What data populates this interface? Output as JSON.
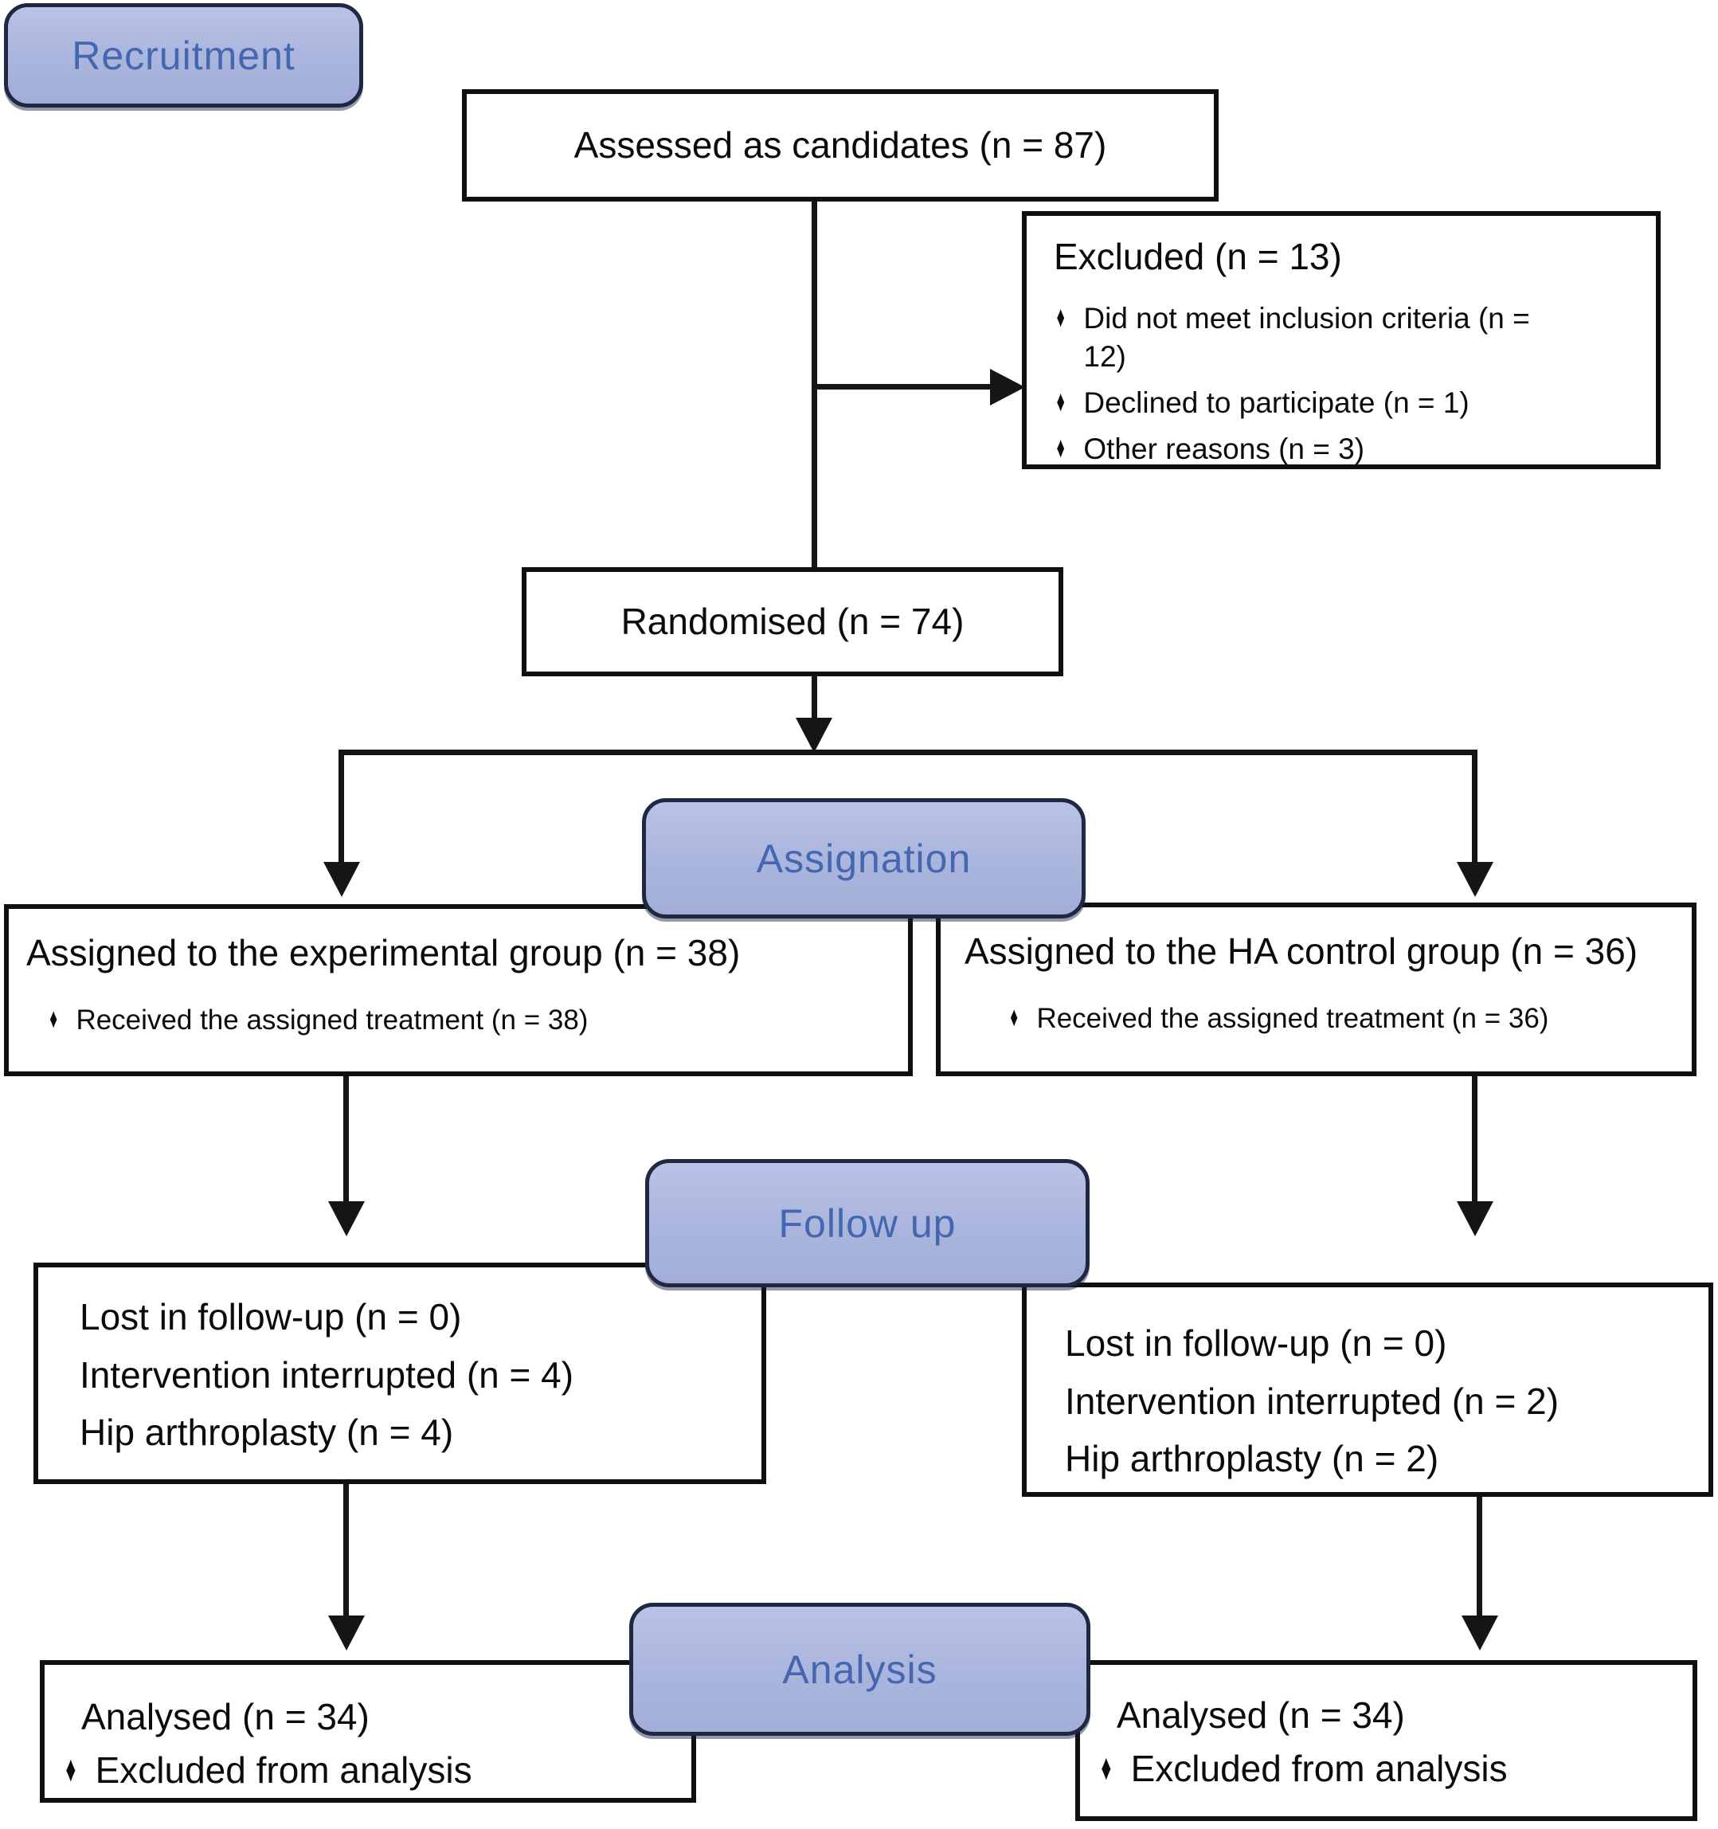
{
  "bullet_glyph": "♦",
  "colors": {
    "pill_fill": "#aab5dd",
    "pill_fill_light": "#b9c2e6",
    "pill_border": "#1e2843",
    "pill_text": "#4467b0",
    "box_border": "#0f0f0f",
    "text": "#0b0b0b",
    "background": "#ffffff",
    "connector": "#151515"
  },
  "stages": {
    "recruitment": "Recruitment",
    "assignation": "Assignation",
    "follow_up": "Follow up",
    "analysis": "Analysis"
  },
  "boxes": {
    "assessed": {
      "text": "Assessed as candidates (n = 87)"
    },
    "excluded": {
      "title": "Excluded (n = 13)",
      "bullets": [
        "Did not meet inclusion criteria (n = 12)",
        "Declined to participate (n = 1)",
        "Other reasons (n = 3)"
      ]
    },
    "randomised": {
      "text": "Randomised (n = 74)"
    },
    "experimental_group": {
      "title": "Assigned to the experimental group (n = 38)",
      "bullets": [
        "Received the assigned treatment (n = 38)"
      ]
    },
    "control_group": {
      "title": "Assigned to the HA control group (n = 36)",
      "bullets": [
        "Received the assigned treatment (n = 36)"
      ]
    },
    "experimental_followup": {
      "lines": [
        "Lost in follow-up (n = 0)",
        "Intervention interrupted (n = 4)",
        "Hip arthroplasty (n = 4)"
      ]
    },
    "control_followup": {
      "lines": [
        "Lost in follow-up (n = 0)",
        "Intervention interrupted (n = 2)",
        "Hip arthroplasty (n = 2)"
      ]
    },
    "experimental_analysed": {
      "title": "Analysed (n = 34)",
      "bullets": [
        "Excluded from analysis"
      ]
    },
    "control_analysed": {
      "title": "Analysed (n = 34)",
      "bullets": [
        "Excluded from analysis"
      ]
    }
  }
}
